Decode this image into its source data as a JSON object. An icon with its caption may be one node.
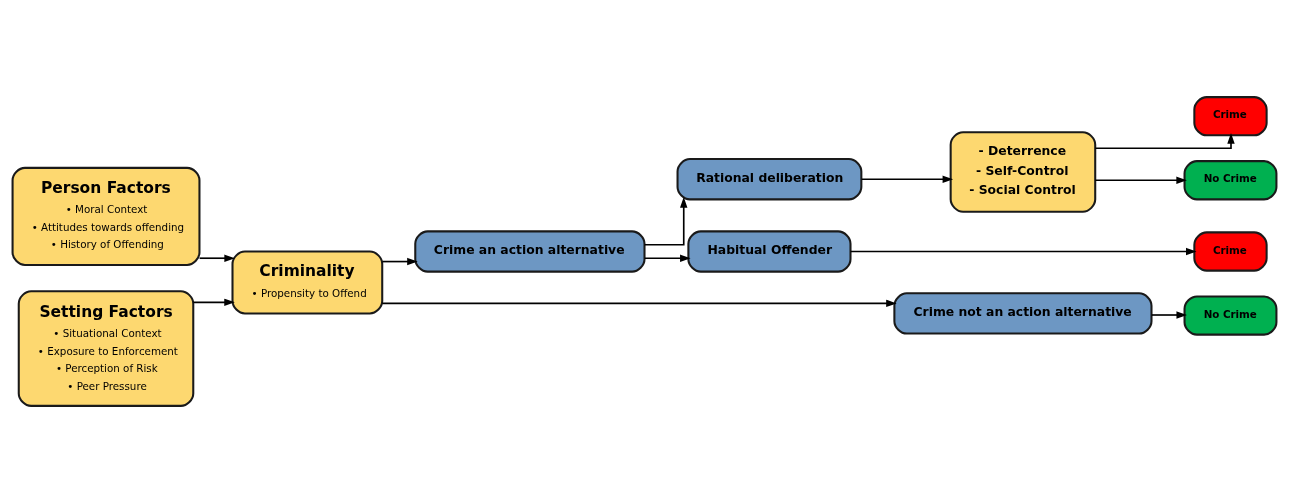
{
  "diagram": {
    "nodes": [
      {
        "text": [
          "Person Factors",
          "• Moral Context",
          "• Attitudes towards offending",
          "• History of Offending"
        ]
      },
      {
        "text": [
          "Setting Factors",
          "• Situational Context",
          "• Exposure to Enforcement",
          "• Perception of Risk",
          "• Peer Pressure"
        ]
      },
      {
        "text": [
          "Criminality",
          "• Propensity to Offend"
        ]
      },
      {
        "text": [
          "Crime an action alternative"
        ]
      },
      {
        "text": [
          "Crime not an action alternative"
        ]
      },
      {
        "text": [
          "Rational deliberation"
        ]
      },
      {
        "text": [
          "Habitual Offender"
        ]
      },
      {
        "text": [
          "- Deterrence",
          "- Self-Control",
          "- Social Control"
        ]
      },
      {
        "text": [
          "Crime"
        ]
      },
      {
        "text": [
          "No Crime"
        ]
      },
      {
        "text": [
          "Crime"
        ]
      },
      {
        "text": [
          "No Crime"
        ]
      }
    ],
    "edges": [
      {
        "from": 0,
        "to": 2,
        "arrow": "to"
      },
      {
        "from": 1,
        "to": 2,
        "arrow": "to"
      },
      {
        "from": 2,
        "to": 3,
        "arrow": "to"
      },
      {
        "from": 2,
        "to": 4,
        "arrow": "to"
      },
      {
        "from": 3,
        "to": 5,
        "arrow": "to"
      },
      {
        "from": 3,
        "to": 6,
        "arrow": "to"
      },
      {
        "from": 5,
        "to": 7,
        "arrow": "to"
      },
      {
        "from": 7,
        "to": 8,
        "arrow": "to"
      },
      {
        "from": 7,
        "to": 9,
        "arrow": "to"
      },
      {
        "from": 6,
        "to": 10,
        "arrow": "to"
      },
      {
        "from": 4,
        "to": 11,
        "arrow": "to"
      }
    ]
  }
}
